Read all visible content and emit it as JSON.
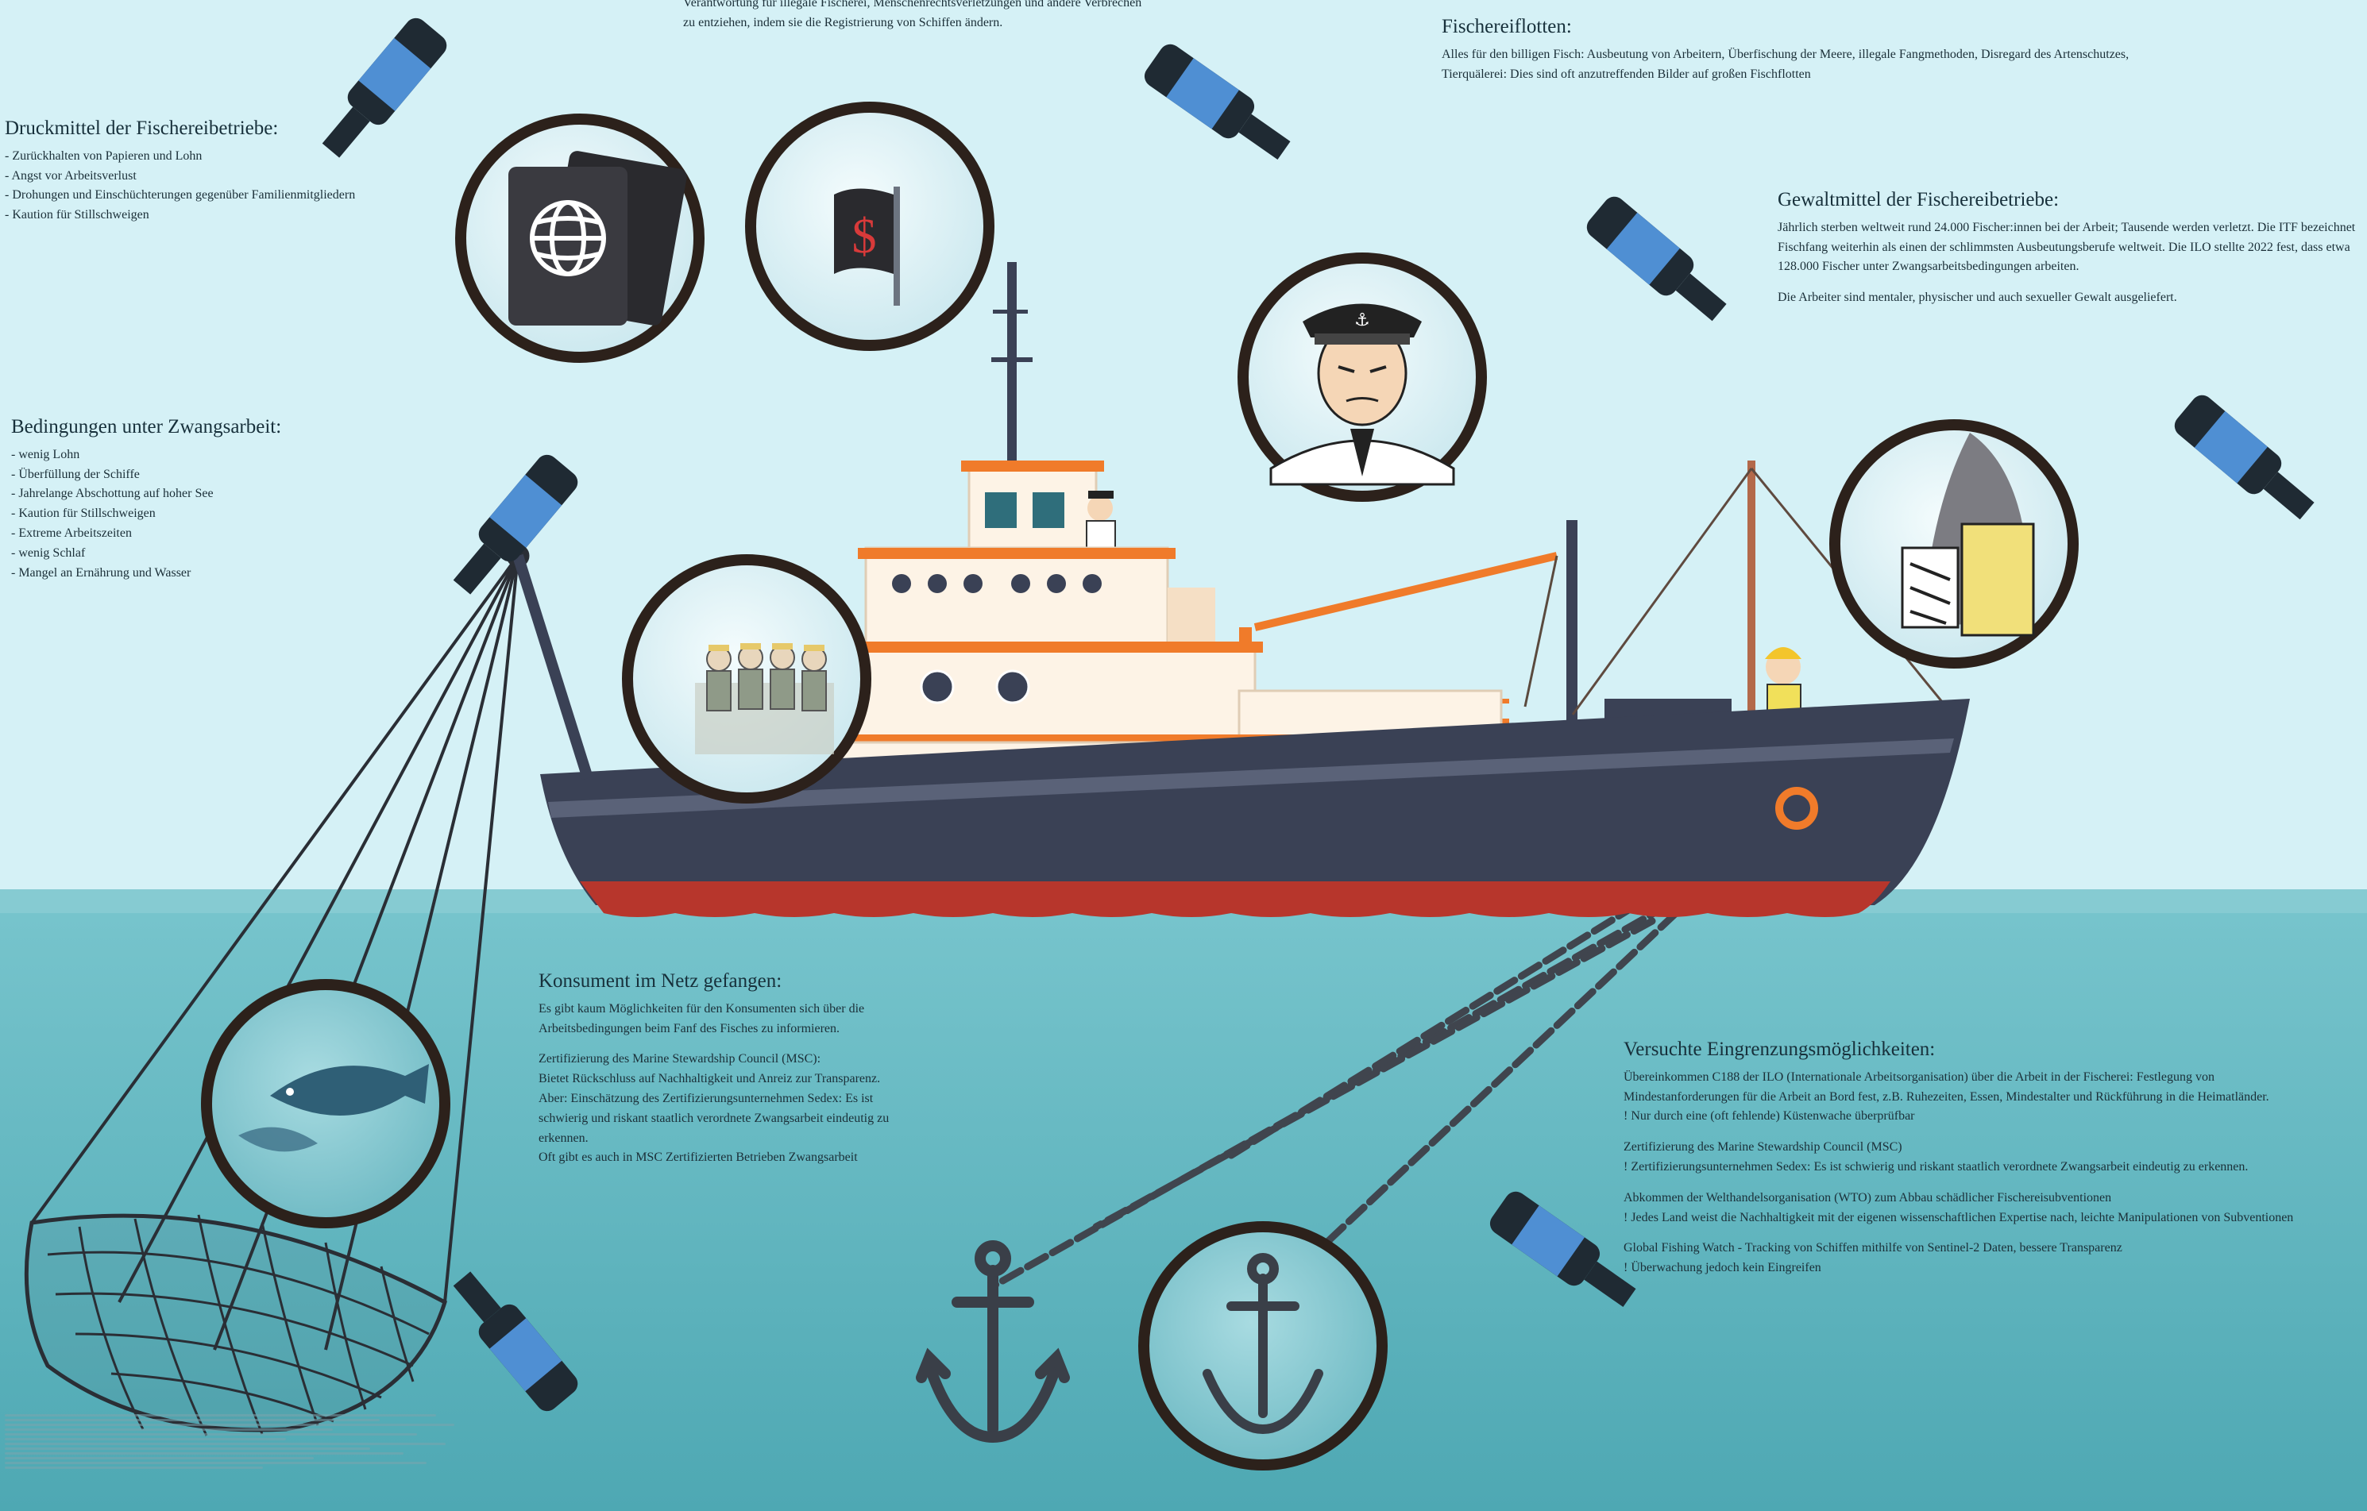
{
  "top_partial": {
    "lines": [
      "Verantwortung für illegale Fischerei, Menschenrechtsverletzungen und andere Verbrechen",
      "zu entziehen, indem sie die Registrierung von Schiffen ändern."
    ]
  },
  "druckmittel": {
    "title": "Druckmittel der Fischereibetriebe:",
    "items": [
      "- Zurückhalten von Papieren und Lohn",
      "- Angst vor Arbeitsverlust",
      "- Drohungen und Einschüchterungen gegenüber Familienmitgliedern",
      "- Kaution für Stillschweigen"
    ]
  },
  "fischereiflotten": {
    "title": "Fischereiflotten:",
    "text": "Alles für den billigen Fisch: Ausbeutung von Arbeitern, Überfischung der Meere, illegale Fangmethoden, Disregard des Artenschutzes, Tierquälerei: Dies sind oft anzutreffenden Bilder auf großen Fischflotten"
  },
  "gewaltmittel": {
    "title": "Gewaltmittel der Fischereibetriebe:",
    "text": "Jährlich sterben weltweit rund 24.000 Fischer:innen bei der Arbeit; Tausende werden verletzt. Die ITF bezeichnet Fischfang weiterhin als einen der schlimmsten Ausbeutungsberufe weltweit. Die ILO stellte 2022 fest, dass etwa 128.000 Fischer unter Zwangsarbeitsbedingungen arbeiten.",
    "text2": "Die Arbeiter sind mentaler, physischer und auch sexueller Gewalt ausgeliefert."
  },
  "bedingungen": {
    "title": "Bedingungen unter Zwangsarbeit:",
    "items": [
      "- wenig Lohn",
      "- Überfüllung der Schiffe",
      "- Jahrelange Abschottung auf hoher See",
      "- Kaution für Stillschweigen",
      "- Extreme Arbeitszeiten",
      "- wenig Schlaf",
      "- Mangel an Ernährung und Wasser"
    ]
  },
  "konsument": {
    "title": "Konsument im Netz gefangen:",
    "paragraphs": [
      "Es gibt kaum Möglichkeiten für den Konsumenten sich über die Arbeitsbedingungen beim Fanf des Fisches zu informieren.",
      "Zertifizierung des Marine Stewardship Council (MSC):",
      "Bietet Rückschluss auf Nachhaltigkeit und Anreiz zur Transparenz.",
      "Aber: Einschätzung des Zertifizierungsunternehmen Sedex: Es ist schwierig und riskant staatlich verordnete Zwangsarbeit eindeutig zu erkennen.",
      "Oft gibt es auch in MSC Zertifizierten Betrieben Zwangsarbeit"
    ]
  },
  "eingrenzung": {
    "title": "Versuchte Eingrenzungsmöglichkeiten:",
    "paragraphs": [
      "Übereinkommen C188 der ILO (Internationale Arbeitsorganisation) über die Arbeit in der Fischerei: Festlegung von Mindestanforderungen für die Arbeit an Bord fest, z.B. Ruhezeiten, Essen, Mindestalter und Rückführung in die Heimatländer.",
      "! Nur durch eine (oft fehlende) Küstenwache überprüfbar",
      "Zertifizierung des Marine Stewardship Council (MSC)",
      "! Zertifizierungsunternehmen Sedex: Es ist schwierig und riskant staatlich verordnete Zwangsarbeit eindeutig zu erkennen.",
      "Abkommen der Welthandelsorganisation (WTO) zum Abbau schädlicher Fischereisubventionen",
      "! Jedes Land weist die Nachhaltigkeit mit der eigenen wissenschaftlichen Expertise nach, leichte Manipulationen von Subventionen",
      "Global Fishing Watch - Tracking von Schiffen mithilfe von Sentinel-2 Daten, bessere Transparenz",
      "! Überwachung jedoch kein Eingreifen"
    ]
  },
  "flag_symbol": "$",
  "colors": {
    "sky": "#d5f1f6",
    "sea": "#63b8c1",
    "hull": "#3a4155",
    "hull_red": "#b7362c",
    "cabin": "#fdf3e6",
    "accent_orange": "#f07b2a",
    "lens_frame": "#2c211b",
    "handle_blue": "#4f8fd3",
    "handle_dark": "#1f2a33"
  },
  "icons": [
    "passport-icon",
    "globe-icon",
    "flag-icon",
    "captain-icon",
    "anchor-icon",
    "worker-icon",
    "fish-icon",
    "net-icon",
    "chain-icon",
    "magnifier-icon"
  ]
}
